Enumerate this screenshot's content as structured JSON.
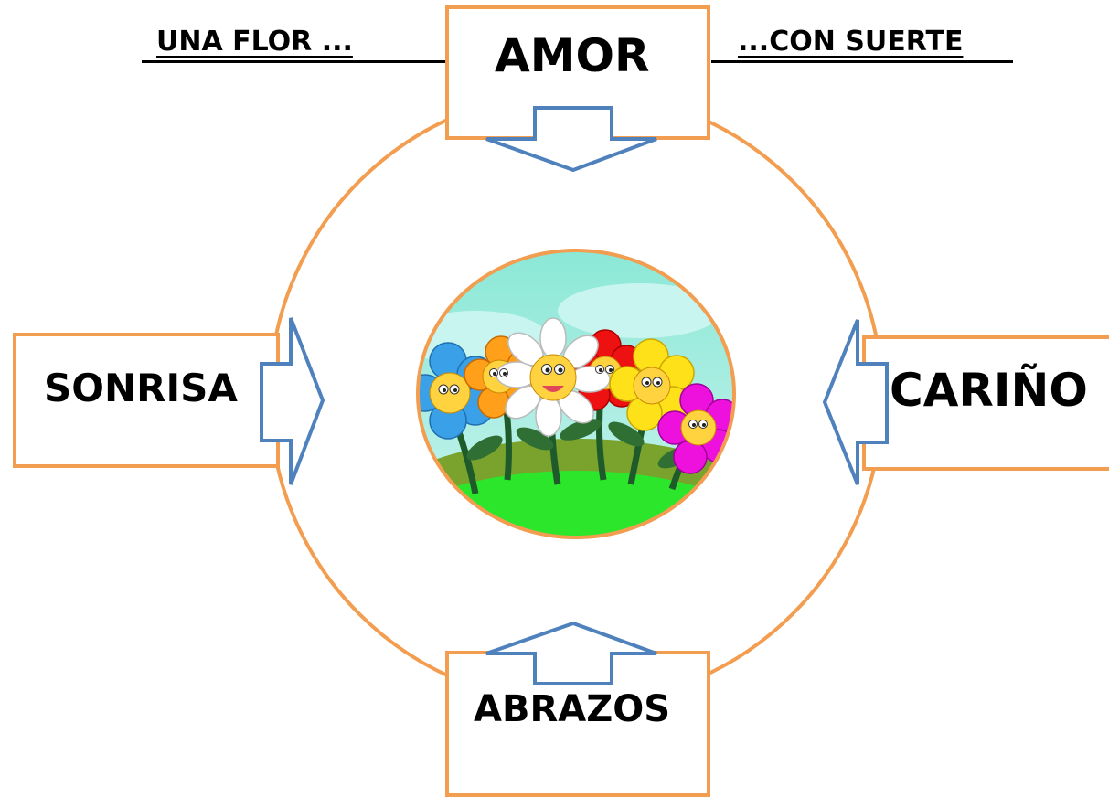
{
  "header": {
    "left_text": "UNA FLOR ...",
    "right_text": "...CON SUERTE"
  },
  "boxes": {
    "top": "AMOR",
    "left": "SONRISA",
    "right": "CARIÑO",
    "bottom": "ABRAZOS"
  },
  "center_image": {
    "description_icon": "flowers-icon",
    "flower_colors": [
      "#3aa0e8",
      "#ff9f1a",
      "#ffffff",
      "#ee1111",
      "#ffe11a",
      "#ee11dd"
    ]
  },
  "colors": {
    "ring": "#f29d4f",
    "arrow_stroke": "#4f81bd",
    "sky": "#7ee3cf",
    "grass": "#2ce62c"
  }
}
